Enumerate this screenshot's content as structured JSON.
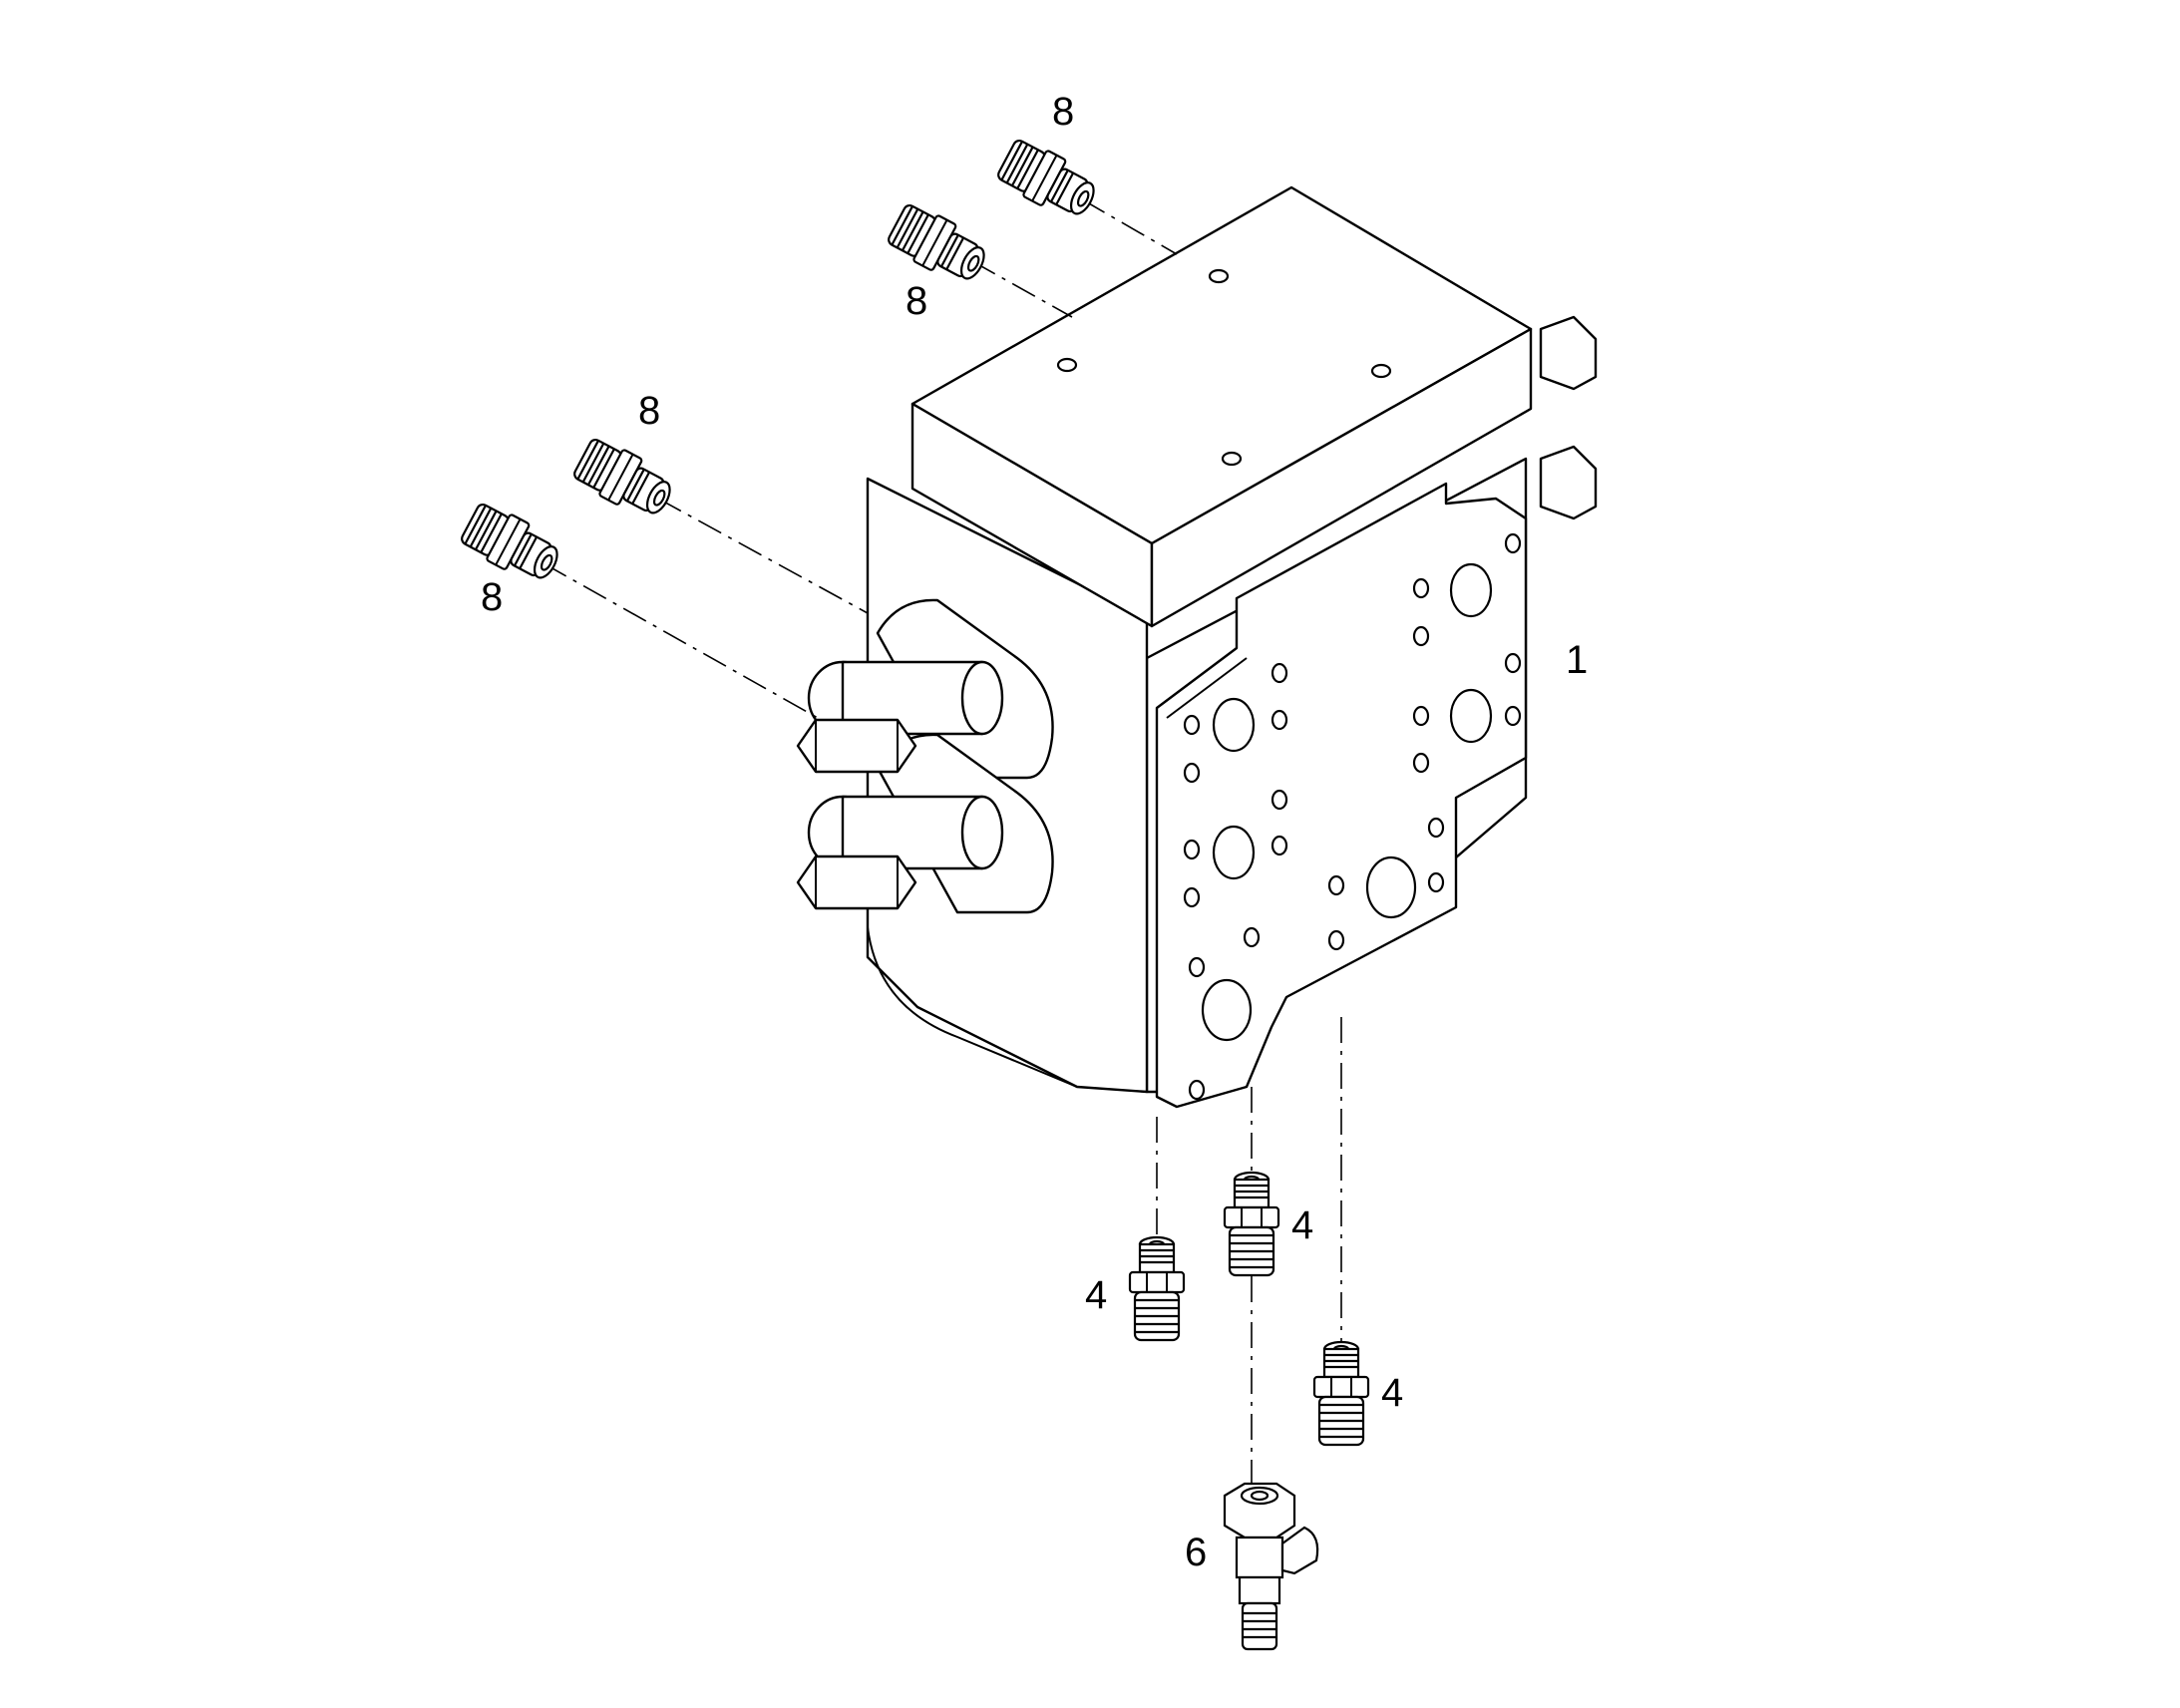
{
  "callouts": {
    "part_1": "1",
    "part_4a": "4",
    "part_4b": "4",
    "part_4c": "4",
    "part_6": "6",
    "part_8a": "8",
    "part_8b": "8",
    "part_8c": "8",
    "part_8d": "8"
  },
  "colors": {
    "line": "#000000",
    "background": "#ffffff"
  }
}
